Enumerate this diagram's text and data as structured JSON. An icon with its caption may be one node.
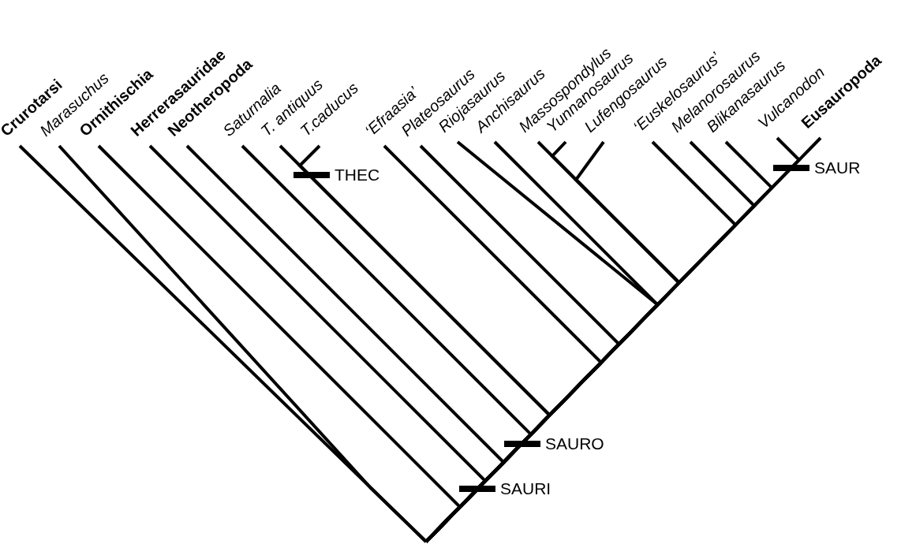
{
  "diagram": {
    "nodes": [
      {
        "text": [
          "Crurotarsi"
        ]
      },
      {
        "text": [
          "Marasuchus"
        ]
      },
      {
        "text": [
          "Ornithischia"
        ]
      },
      {
        "text": [
          "Herrerasauridae"
        ]
      },
      {
        "text": [
          "Neotheropoda"
        ]
      },
      {
        "text": [
          "Saturnalia"
        ]
      },
      {
        "text": [
          "T. antiquus"
        ]
      },
      {
        "text": [
          "T.caducus"
        ]
      },
      {
        "text": [
          "‘Efraasia’"
        ]
      },
      {
        "text": [
          "Plateosaurus"
        ]
      },
      {
        "text": [
          "Riojasaurus"
        ]
      },
      {
        "text": [
          "Anchisaurus"
        ]
      },
      {
        "text": [
          "Massospondylus"
        ]
      },
      {
        "text": [
          "Yunnanosaurus"
        ]
      },
      {
        "text": [
          "Lufengosaurus"
        ]
      },
      {
        "text": [
          "‘Euskelosaurus’"
        ]
      },
      {
        "text": [
          "Melanorosaurus"
        ]
      },
      {
        "text": [
          "Blikanasaurus"
        ]
      },
      {
        "text": [
          "Vulcanodon"
        ]
      },
      {
        "text": [
          "Eusauropoda"
        ]
      }
    ],
    "edges": [
      {
        "from": null,
        "to": 0,
        "arrow": "none"
      },
      {
        "from": null,
        "to": 1,
        "arrow": "none"
      },
      {
        "from": null,
        "to": 2,
        "arrow": "none"
      },
      {
        "from": null,
        "to": 3,
        "arrow": "none"
      },
      {
        "from": null,
        "to": 4,
        "arrow": "none"
      },
      {
        "from": null,
        "to": 5,
        "arrow": "none"
      },
      {
        "from": null,
        "to": 6,
        "arrow": "none"
      },
      {
        "from": null,
        "to": 7,
        "arrow": "none"
      },
      {
        "from": null,
        "to": 8,
        "arrow": "none"
      },
      {
        "from": null,
        "to": 9,
        "arrow": "none"
      },
      {
        "from": null,
        "to": 10,
        "arrow": "none"
      },
      {
        "from": null,
        "to": 11,
        "arrow": "none"
      },
      {
        "from": null,
        "to": 12,
        "arrow": "none"
      },
      {
        "from": null,
        "to": 13,
        "arrow": "none"
      },
      {
        "from": null,
        "to": 14,
        "arrow": "none"
      },
      {
        "from": null,
        "to": 15,
        "arrow": "none"
      },
      {
        "from": null,
        "to": 16,
        "arrow": "none"
      },
      {
        "from": null,
        "to": 17,
        "arrow": "none"
      },
      {
        "from": null,
        "to": 18,
        "arrow": "none"
      },
      {
        "from": null,
        "to": 19,
        "arrow": "none"
      }
    ],
    "labels": [
      "THEC",
      "SAUR",
      "SAURO",
      "SAURI"
    ]
  }
}
